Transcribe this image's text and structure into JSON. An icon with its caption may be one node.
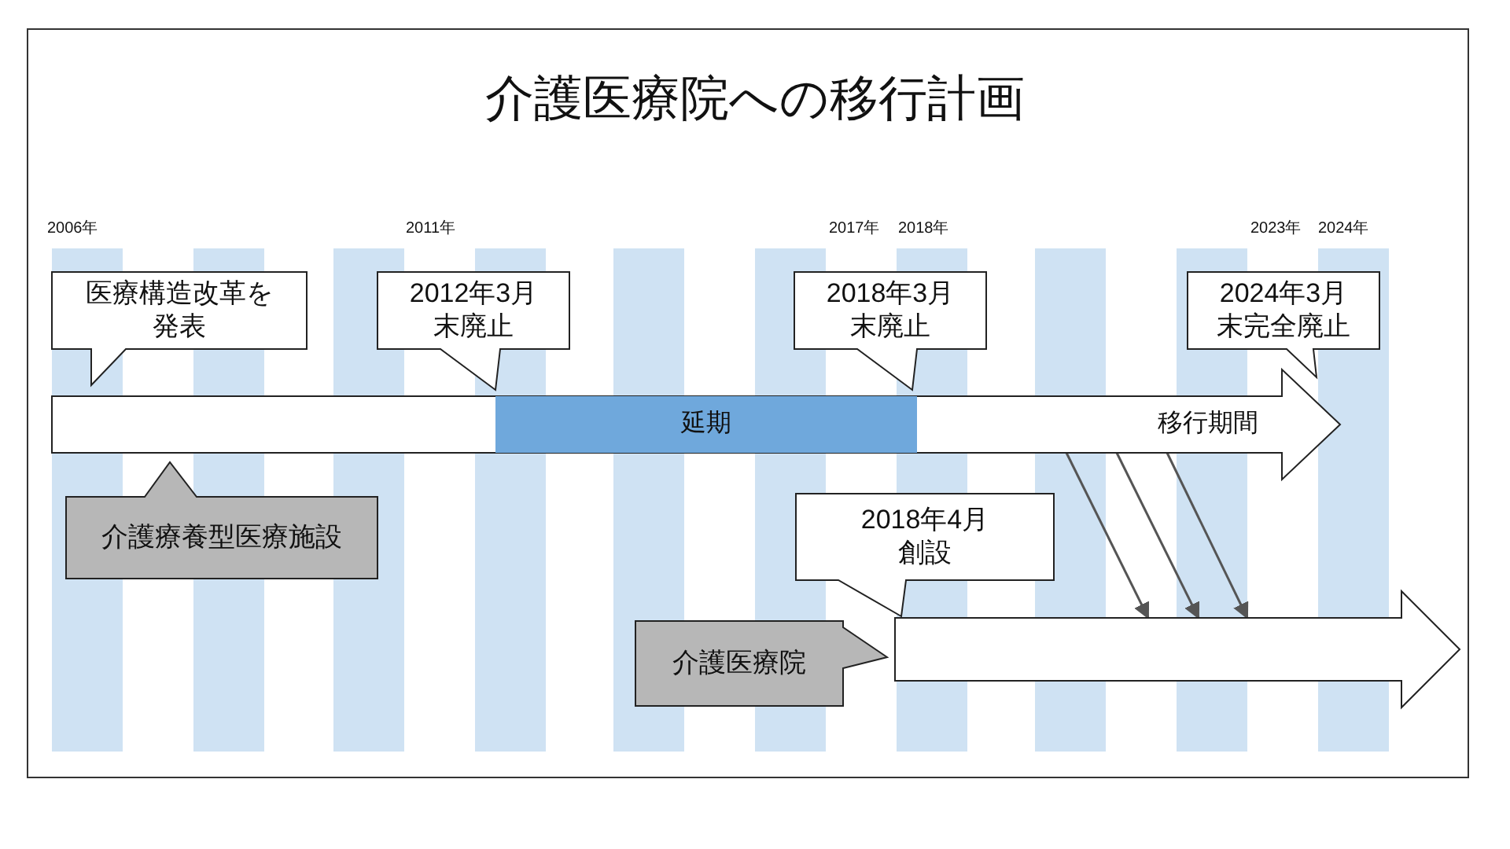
{
  "diagram": {
    "title": "介護医療院への移行計画",
    "nodes": [
      {
        "text": [
          "医療構造改革を発表"
        ]
      },
      {
        "text": [
          "2012年3月末廃止"
        ]
      },
      {
        "text": [
          "2018年3月末廃止"
        ]
      },
      {
        "text": [
          "2024年3月末完全廃止"
        ]
      },
      {
        "text": [
          "移行期間"
        ]
      },
      {
        "text": [
          "延期"
        ],
        "in": 4
      },
      {
        "text": [
          "介護療養型医療施設"
        ]
      },
      {
        "text": [
          "2018年4月創設"
        ]
      },
      {
        "text": [
          "介護医療院"
        ]
      },
      {
        "text": [],
        "shape": "arrow"
      }
    ],
    "edges": [
      {
        "from": 4,
        "to": 9,
        "arrow": "to"
      },
      {
        "from": 4,
        "to": 9,
        "arrow": "to"
      },
      {
        "from": 4,
        "to": 9,
        "arrow": "to"
      }
    ],
    "labels": [
      "2006年",
      "2011年",
      "2017年",
      "2018年",
      "2023年",
      "2024年"
    ]
  }
}
